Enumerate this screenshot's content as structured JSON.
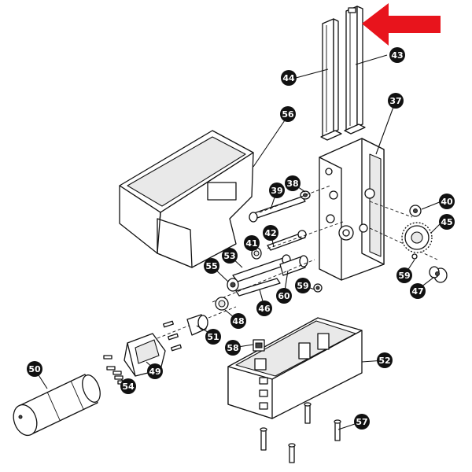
{
  "diagram": {
    "callouts": {
      "c37": "37",
      "c38": "38",
      "c39": "39",
      "c40": "40",
      "c41": "41",
      "c42": "42",
      "c43": "43",
      "c44": "44",
      "c45": "45",
      "c46": "46",
      "c47": "47",
      "c48": "48",
      "c49": "49",
      "c50": "50",
      "c51": "51",
      "c52": "52",
      "c53": "53",
      "c54": "54",
      "c55": "55",
      "c56": "56",
      "c57": "57",
      "c58": "58",
      "c59a": "59",
      "c59b": "59",
      "c60": "60"
    },
    "highlight_color": "#e8141c",
    "callout_color": "#111111"
  }
}
